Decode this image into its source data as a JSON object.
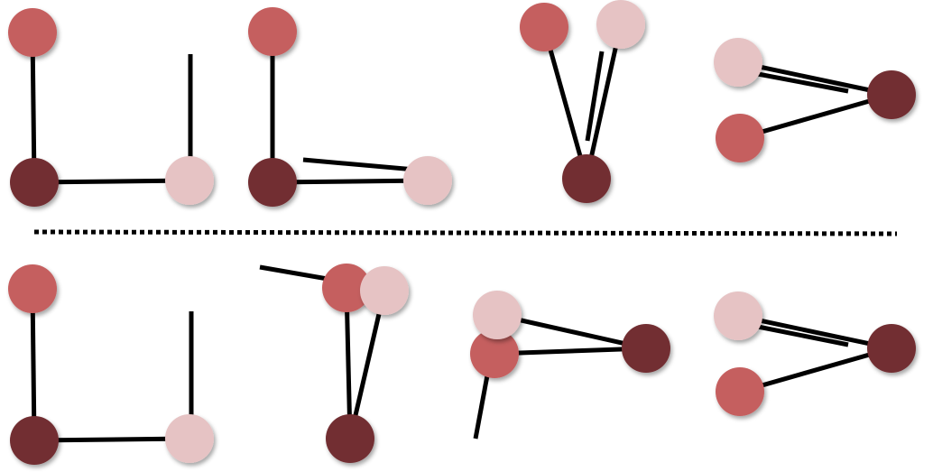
{
  "colors": {
    "background": "#ffffff",
    "line": "#000000",
    "atom_dark": "#722f33",
    "atom_medium": "#c55e5e",
    "atom_light": "#e6c3c4",
    "divider": "#000000"
  },
  "diagram": {
    "rows": [
      {
        "name": "top-row",
        "panels": [
          {
            "name": "top-panel-1",
            "atoms": [
              "medium",
              "dark",
              "light"
            ],
            "bonds": 2,
            "dangling_segments": 1
          },
          {
            "name": "top-panel-2",
            "atoms": [
              "medium",
              "dark",
              "light"
            ],
            "bonds": 2,
            "dangling_segments": 1
          },
          {
            "name": "top-panel-3",
            "atoms": [
              "medium",
              "light",
              "dark"
            ],
            "bonds": 2,
            "dangling_segments": 1
          },
          {
            "name": "top-panel-4",
            "atoms": [
              "light",
              "medium",
              "dark"
            ],
            "bonds": 2,
            "dangling_segments": 1
          }
        ]
      },
      {
        "name": "bottom-row",
        "panels": [
          {
            "name": "bottom-panel-1",
            "atoms": [
              "medium",
              "dark",
              "light"
            ],
            "bonds": 2,
            "dangling_segments": 1
          },
          {
            "name": "bottom-panel-2",
            "atoms": [
              "medium",
              "light",
              "dark"
            ],
            "bonds": 2,
            "dangling_segments": 1
          },
          {
            "name": "bottom-panel-3",
            "atoms": [
              "medium",
              "light",
              "dark"
            ],
            "bonds": 2,
            "dangling_segments": 1
          },
          {
            "name": "bottom-panel-4",
            "atoms": [
              "light",
              "medium",
              "dark"
            ],
            "bonds": 2,
            "dangling_segments": 1
          }
        ]
      }
    ],
    "divider_style": "dotted"
  }
}
